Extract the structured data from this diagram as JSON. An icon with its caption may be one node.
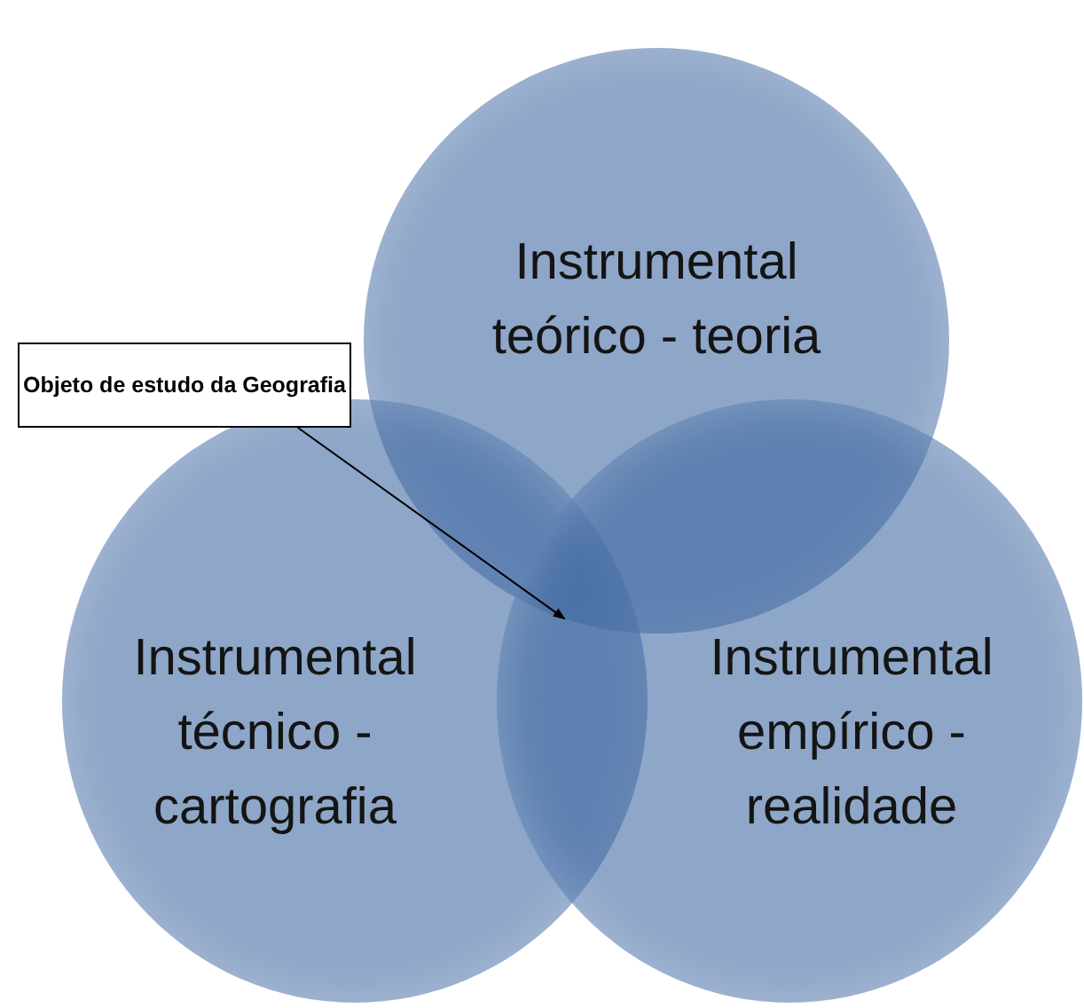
{
  "diagram": {
    "nodes": [
      {
        "text": [
          "Instrumental teórico - teoria"
        ]
      },
      {
        "text": [
          "Instrumental técnico - cartografia"
        ]
      },
      {
        "text": [
          "Instrumental empírico - realidade"
        ]
      },
      {
        "text": [
          "Objeto de estudo da Geografia"
        ]
      }
    ],
    "edges": [
      {
        "from": 3,
        "to": 0,
        "arrow": "to"
      }
    ]
  }
}
